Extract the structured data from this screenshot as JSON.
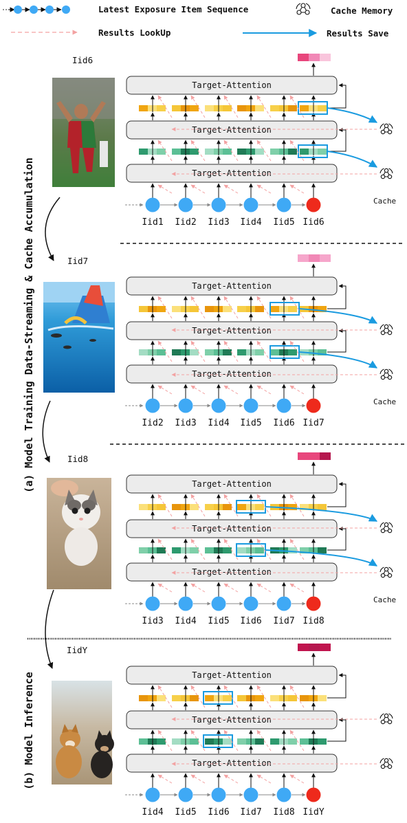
{
  "legend": {
    "sequence_label": "Latest Exposure Item Sequence",
    "cache_label": "Cache Memory",
    "lookup_label": "Results LookUp",
    "save_label": "Results Save"
  },
  "side_labels": {
    "training": "(a) Model Training Data-Streaming & Cache Accumulation",
    "inference": "(b) Model Inference"
  },
  "block_label": "Target-Attention",
  "cache_text": "Cache",
  "panels": [
    {
      "name": "panel-iid6",
      "target": "Iid6",
      "items": [
        "Iid1",
        "Iid2",
        "Iid3",
        "Iid4",
        "Iid5",
        "Iid6"
      ],
      "output_colors": [
        "#e8467c",
        "#f188b6",
        "#f9c5dc"
      ],
      "photo": "football-player-celebration",
      "saves": 2,
      "cache_text_shown": true
    },
    {
      "name": "panel-iid7",
      "target": "Iid7",
      "items": [
        "Iid2",
        "Iid3",
        "Iid4",
        "Iid5",
        "Iid6",
        "Iid7"
      ],
      "output_colors": [
        "#f6a6cb",
        "#f188b6",
        "#f6a6cb"
      ],
      "photo": "water-park-slide",
      "saves": 2,
      "cache_text_shown": true
    },
    {
      "name": "panel-iid8",
      "target": "Iid8",
      "items": [
        "Iid3",
        "Iid4",
        "Iid5",
        "Iid6",
        "Iid7",
        "Iid8"
      ],
      "output_colors": [
        "#e8467c",
        "#e8467c",
        "#b5174e"
      ],
      "photo": "kitten",
      "saves": 2,
      "cache_text_shown": true
    },
    {
      "name": "panel-iidy",
      "target": "IidY",
      "items": [
        "Iid4",
        "Iid5",
        "Iid6",
        "Iid7",
        "Iid8",
        "IidY"
      ],
      "output_colors": [
        "#c0144e",
        "#b5174e",
        "#c0144e"
      ],
      "photo": "shiba-dogs-on-beach",
      "saves": 0,
      "cache_text_shown": false
    }
  ],
  "colors": {
    "history_node": "#3fa9f5",
    "target_node": "#ee2a1c",
    "save_arrow": "#1a9be0",
    "lookup_arrow": "#f3a2a2",
    "attention_block": "#ececec",
    "orange_palette": [
      "#f0a510",
      "#f5c638",
      "#fbe07a",
      "#e8950c",
      "#f7d04a"
    ],
    "green_palette": [
      "#2e9a6e",
      "#5cbf95",
      "#a3dcc3",
      "#1f7a55",
      "#7fcfa9"
    ]
  }
}
